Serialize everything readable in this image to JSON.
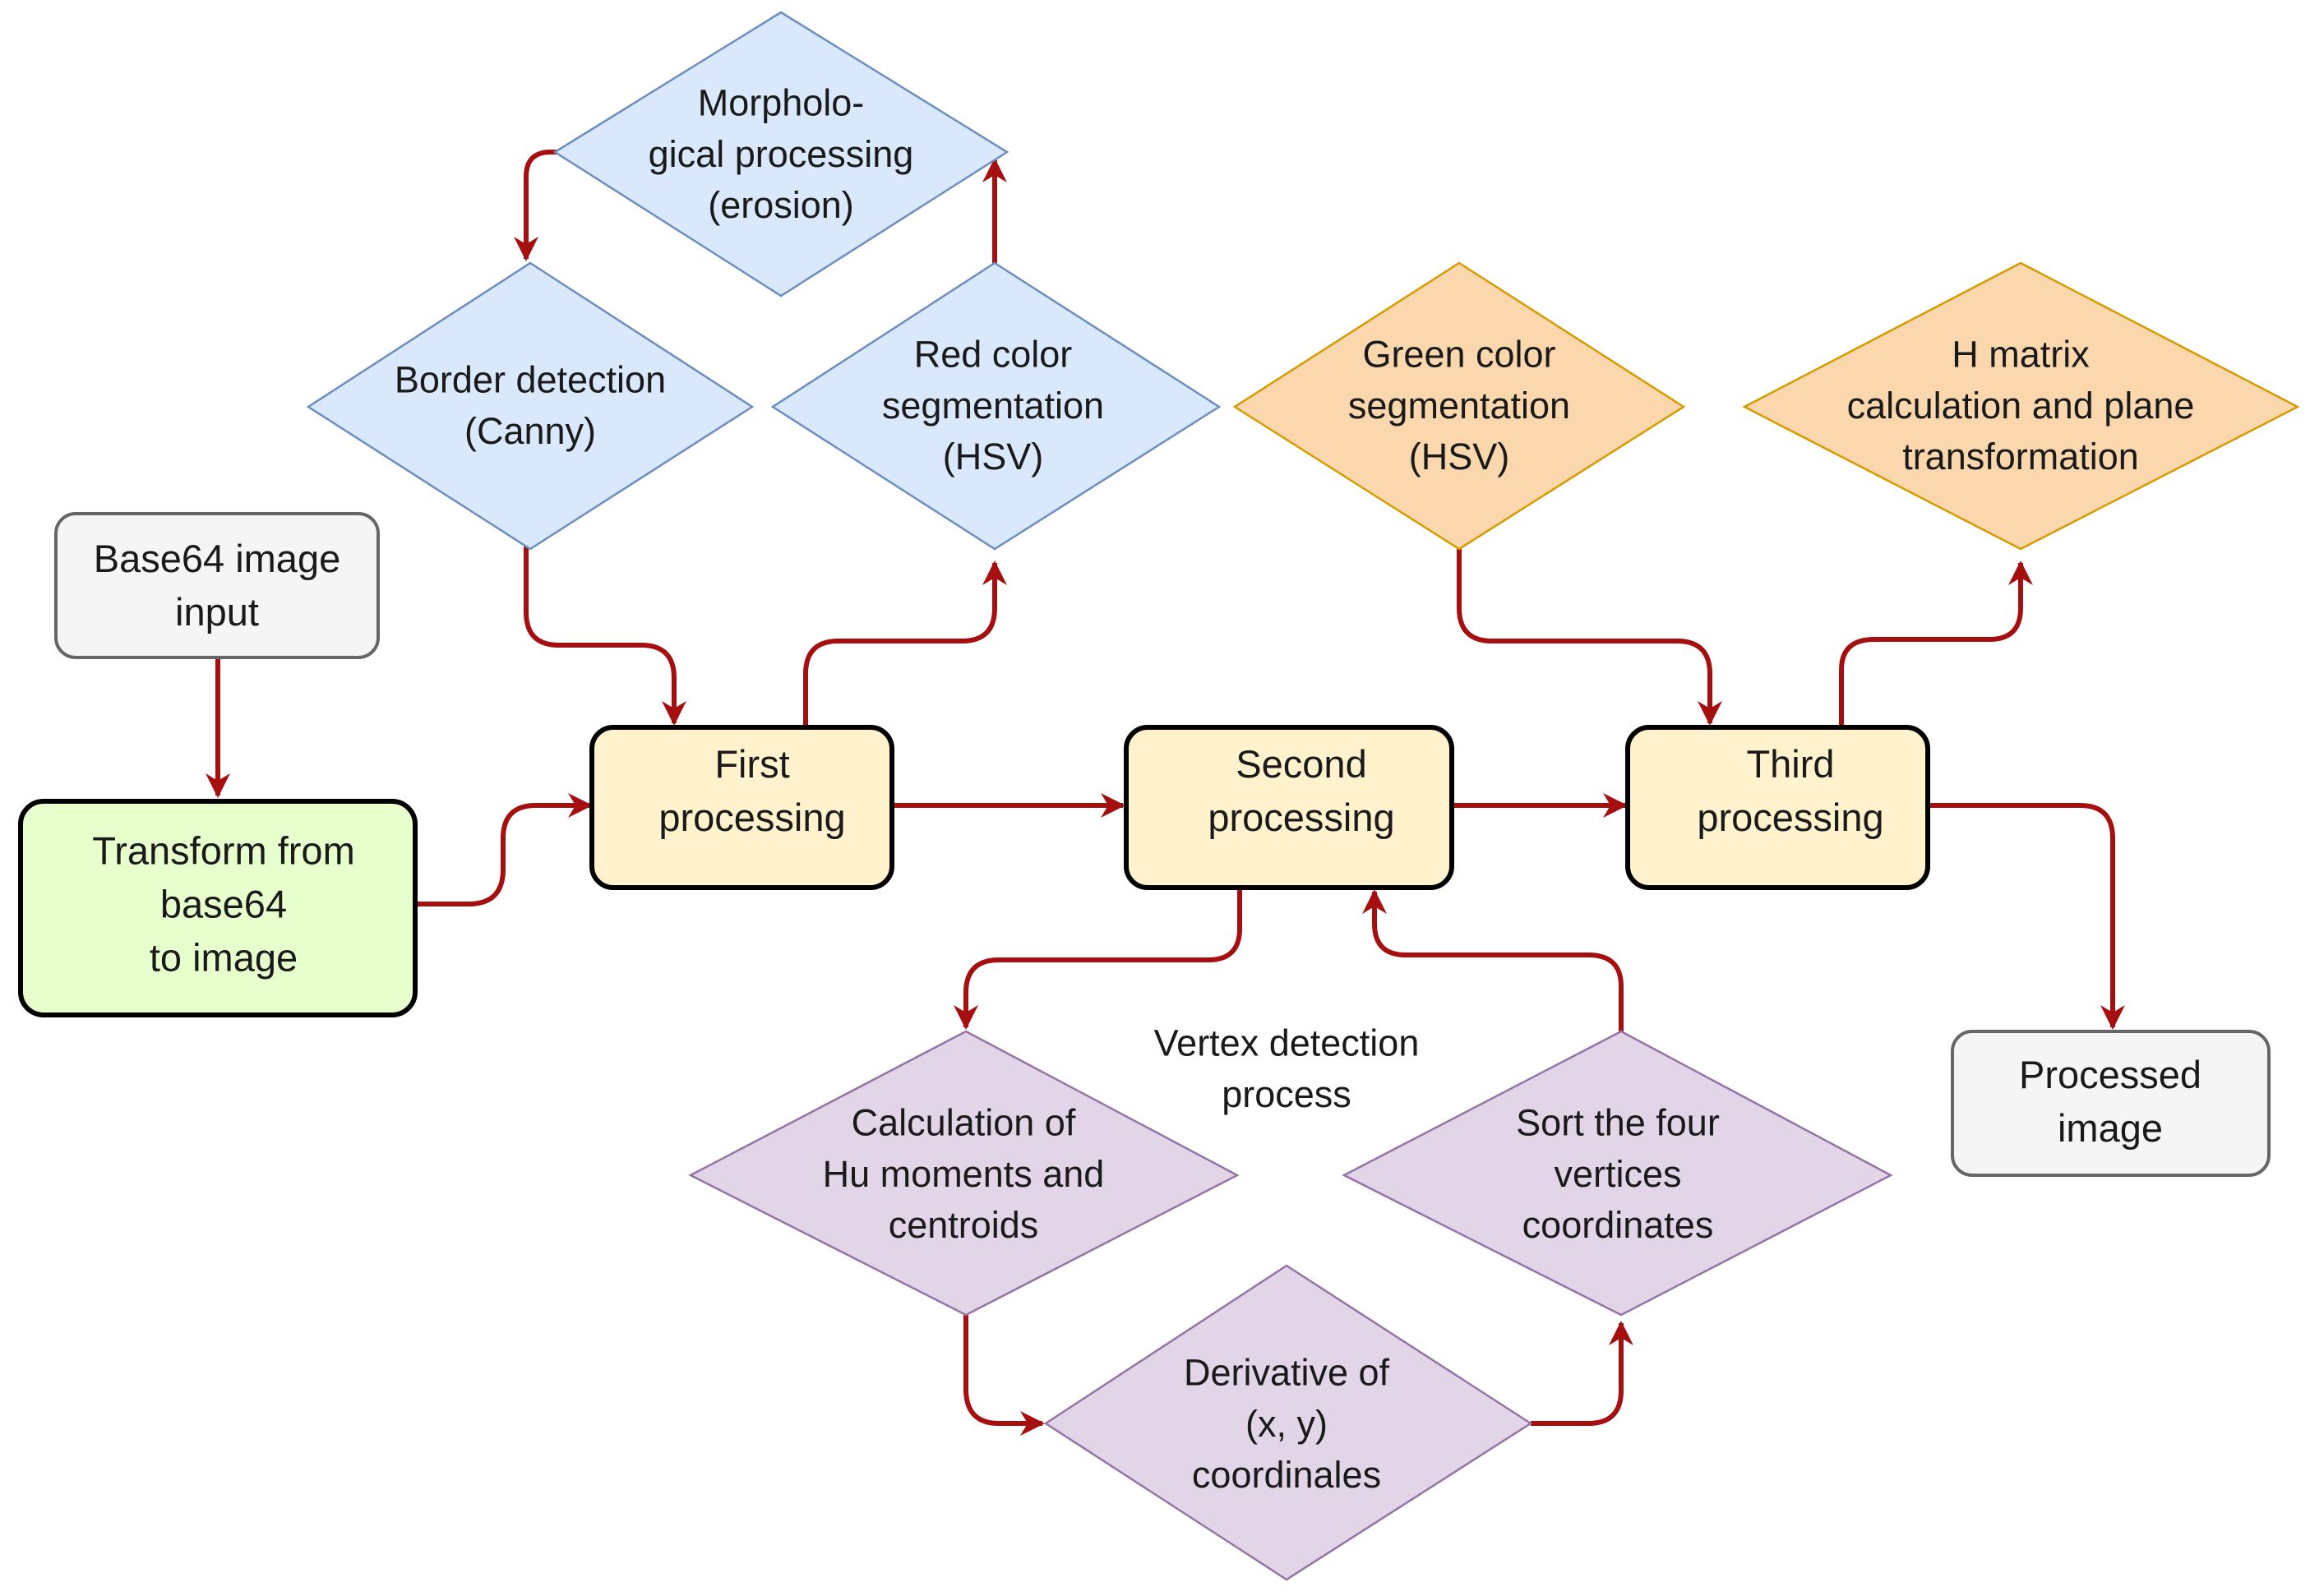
{
  "colors": {
    "edge": "#a50f0f",
    "blue_fill": "#dae8fc",
    "blue_stroke": "#6c8ebf",
    "orange_fill": "#fad7ac",
    "orange_stroke": "#d79b00",
    "purple_fill": "#e1d5e7",
    "purple_stroke": "#9673a6",
    "yellow_fill": "#fff2cc",
    "green_fill": "#e6ffcc",
    "gray_fill": "#f5f5f5",
    "gray_stroke": "#666666",
    "dark_stroke": "#000000"
  },
  "nodes": {
    "base64_input": {
      "lines": [
        "Base64 image",
        "input"
      ]
    },
    "transform": {
      "lines": [
        "Transform from",
        "base64",
        "to image"
      ]
    },
    "first": {
      "lines": [
        "First",
        "processing"
      ]
    },
    "second": {
      "lines": [
        "Second",
        "processing"
      ]
    },
    "third": {
      "lines": [
        "Third",
        "processing"
      ]
    },
    "processed": {
      "lines": [
        "Processed",
        "image"
      ]
    },
    "morph": {
      "lines": [
        "Morpholo-",
        "gical processing",
        "(erosion)"
      ]
    },
    "border": {
      "lines": [
        "Border detection",
        "(Canny)"
      ]
    },
    "red_seg": {
      "lines": [
        "Red color",
        "segmentation",
        "(HSV)"
      ]
    },
    "green_seg": {
      "lines": [
        "Green color",
        "segmentation",
        "(HSV)"
      ]
    },
    "hmatrix": {
      "lines": [
        "H matrix",
        "calculation and plane",
        "transformation"
      ]
    },
    "hu": {
      "lines": [
        "Calculation of",
        "Hu moments and",
        "centroids"
      ]
    },
    "sort": {
      "lines": [
        "Sort the four",
        "vertices",
        "coordinates"
      ]
    },
    "derivative": {
      "lines": [
        "Derivative of",
        "(x, y)",
        "coordinales"
      ]
    }
  },
  "vertex_label": {
    "lines": [
      "Vertex detection",
      "process"
    ]
  }
}
